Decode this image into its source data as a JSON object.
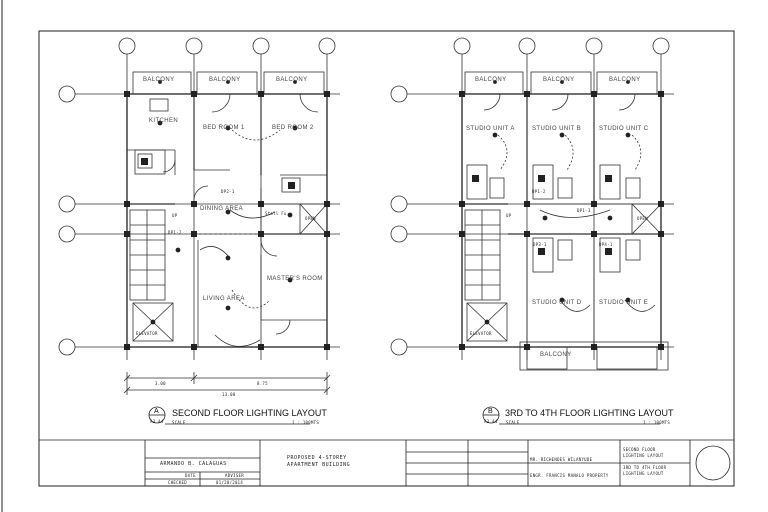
{
  "plans": {
    "second": {
      "marker": "A",
      "sheet_ref": "A3 A4",
      "title": "SECOND FLOOR LIGHTING LAYOUT",
      "scale_label": "SCALE",
      "scale_value": "1 : 100MTS",
      "rooms": {
        "balcony1": "BALCONY",
        "balcony2": "BALCONY",
        "balcony3": "BALCONY",
        "kitchen": "KITCHEN",
        "bedroom1": "BED ROOM 1",
        "bedroom2": "BED ROOM 2",
        "dining": "DINING AREA",
        "living": "LIVING AREA",
        "stair": "UP",
        "elevator": "ELEVATOR",
        "small_bath": "Stoll  Fu",
        "open": "OPEN",
        "masters": "MASTER'S ROOM"
      },
      "panels": {
        "dp1": "DP2-1",
        "dp2": "DP1-2"
      },
      "dims": {
        "d1": "3.00",
        "d2": "8.75",
        "total": "13.00"
      }
    },
    "upper": {
      "marker": "B",
      "sheet_ref": "A3 A4",
      "title": "3RD TO 4TH FLOOR LIGHTING LAYOUT",
      "scale_label": "SCALE",
      "scale_value": "1 : 100MTS",
      "rooms": {
        "balcony1": "BALCONY",
        "balcony2": "BALCONY",
        "balcony3": "BALCONY",
        "studio_a": "STUDIO UNIT A",
        "studio_b": "STUDIO UNIT B",
        "studio_c": "STUDIO UNIT C",
        "studio_d": "STUDIO UNIT D",
        "studio_e": "STUDIO UNIT E",
        "elevator": "ELEVATOR",
        "open": "OPEN",
        "balcony_bottom": "BALCONY",
        "stair": "UP"
      },
      "panels": {
        "dp1": "DP1-3",
        "dp2": "DP3-1",
        "dp3": "DP4-1",
        "dp4": "DP1-2"
      }
    }
  },
  "title_block": {
    "designer": "ARMANDO B. CALAGUAS",
    "sub1": "DATE",
    "sub2": "ADVISER",
    "sub3": "CHECKED",
    "sub4": "01/20/2014",
    "project": "PROPOSED 4-STOREY",
    "project2": "APARTMENT BUILDING",
    "owner_name": "MR. RICHENDES WILANYUDE",
    "owner_line": "ENGR. FRANCIS MANALO PROPERTY",
    "sheet_t1": "SECOND FLOOR",
    "sheet_t2": "LIGHTING LAYOUT",
    "sheet_t3": "3RD TO 4TH FLOOR",
    "sheet_t4": "LIGHTING LAYOUT"
  }
}
